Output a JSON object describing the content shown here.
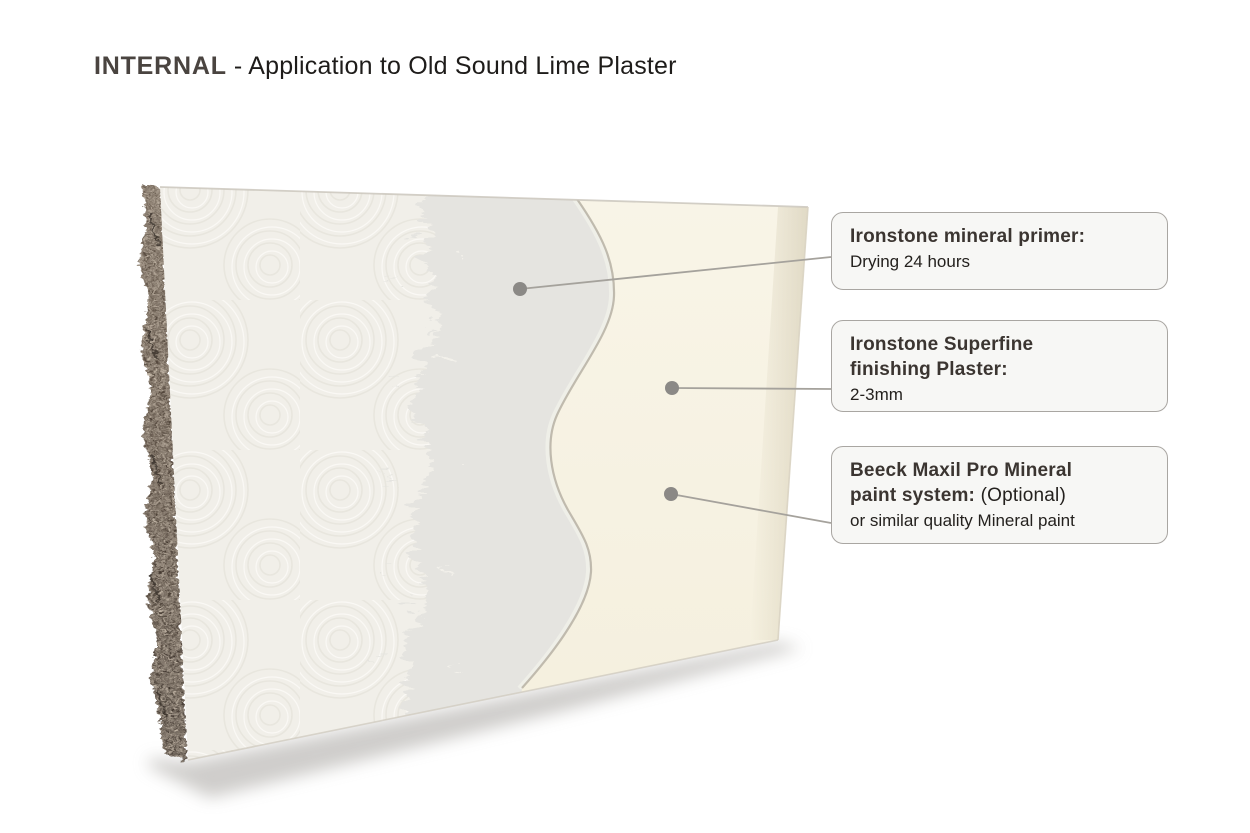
{
  "header": {
    "title_bold": "INTERNAL",
    "title_rest": " - Application to Old Sound Lime Plaster"
  },
  "callouts": [
    {
      "title": "Ironstone mineral primer:",
      "title_suffix": "",
      "body": "Drying 24 hours"
    },
    {
      "title": "Ironstone Superfine\nfinishing Plaster:",
      "title_suffix": "",
      "body": "2-3mm"
    },
    {
      "title": "Beeck Maxil Pro Mineral\npaint system:",
      "title_suffix": " (Optional)",
      "body": "or similar quality Mineral paint"
    }
  ],
  "diagram": {
    "subject": "wall cross-section, application of mineral primer, superfine finishing plaster and mineral paint over old sound lime plaster",
    "layer_names": [
      "old sound lime plaster (textured)",
      "ironstone mineral primer",
      "ironstone superfine finishing plaster / mineral paint"
    ]
  },
  "colors": {
    "page_bg": "#ffffff",
    "heading_accent": "#4a4440",
    "heading_text": "#1e1c1a",
    "box_bg": "#f7f7f5",
    "box_border": "#a9a6a2",
    "title_text": "#3b3531",
    "body_text": "#24211e",
    "leader_line": "#a5a29c",
    "dot": "#8b8986",
    "plaster_white": "#f1efe9",
    "primer_grey": "#e5e4e0",
    "finish_cream": "#f8f4e6",
    "edge_brown": "#4e4237"
  }
}
